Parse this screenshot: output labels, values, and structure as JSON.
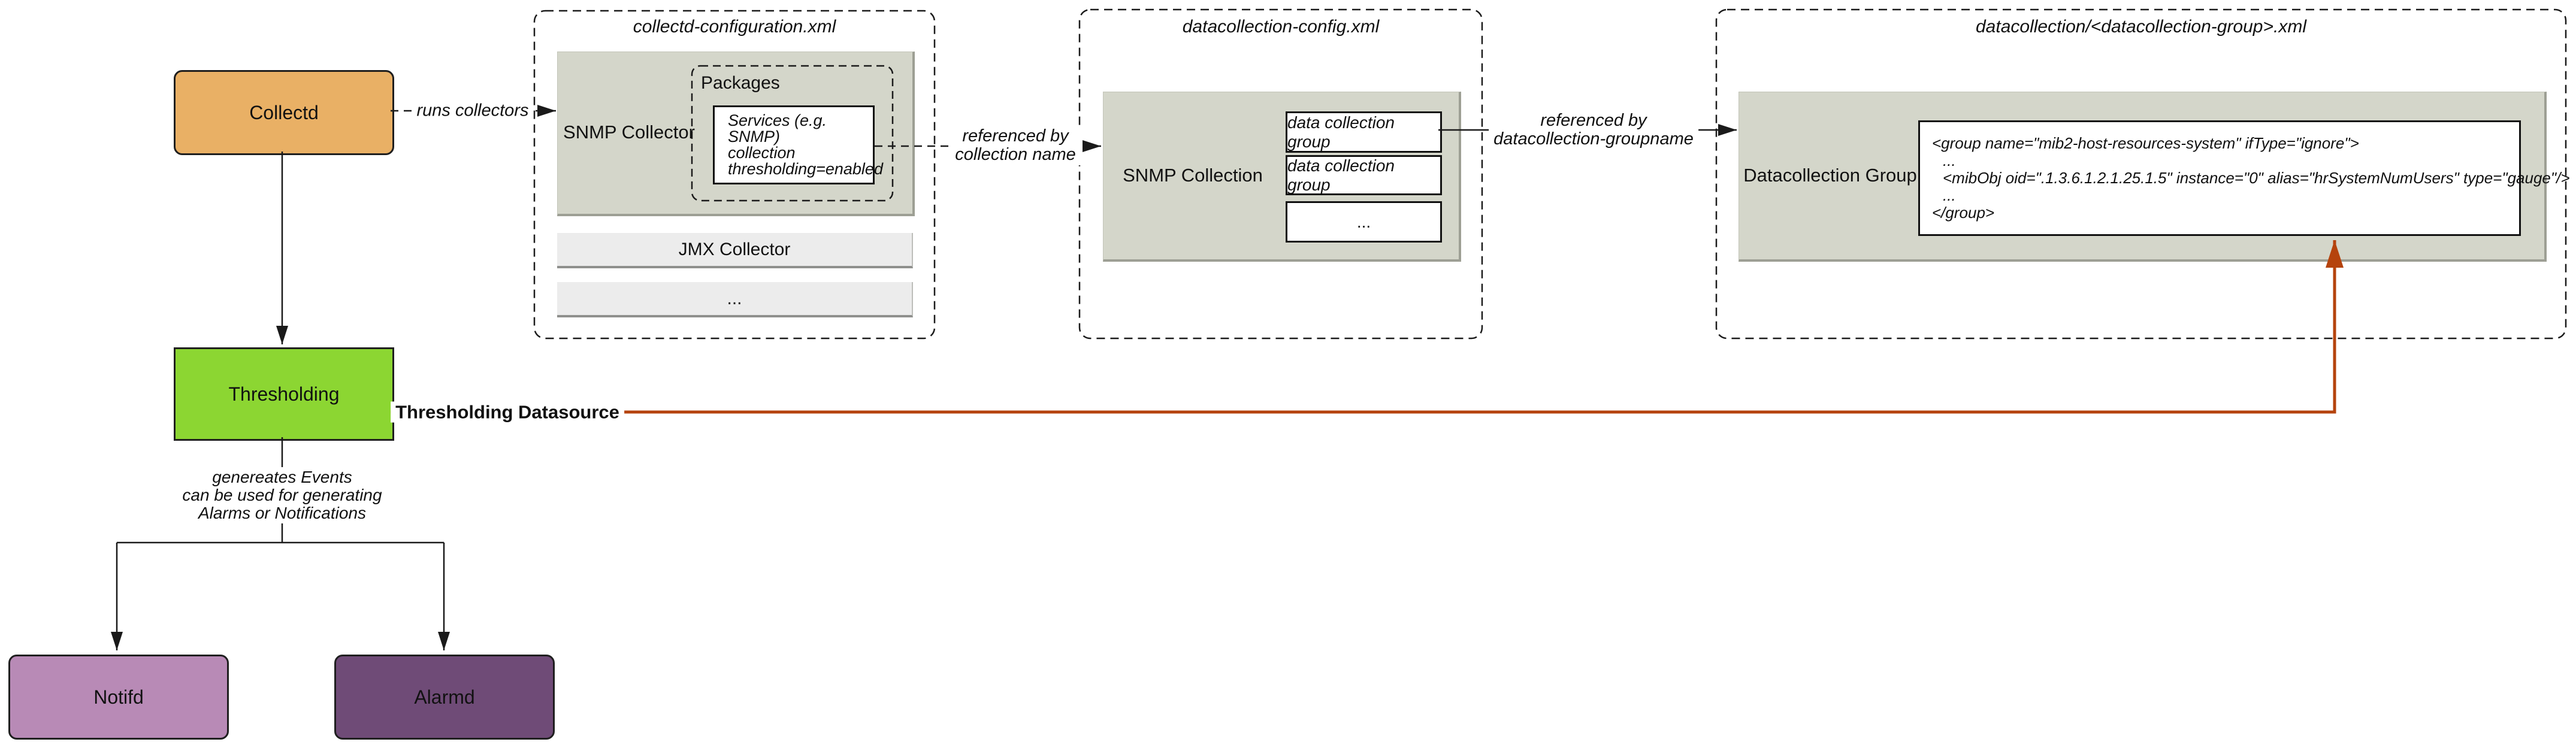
{
  "diagram": {
    "nodes": {
      "collectd": {
        "label": "Collectd"
      },
      "thresholding": {
        "label": "Thresholding"
      },
      "notifd": {
        "label": "Notifd"
      },
      "alarmd": {
        "label": "Alarmd"
      }
    },
    "collectd_configuration": {
      "title": "collectd-configuration.xml",
      "snmp_collector_label": "SNMP Collector",
      "packages_label": "Packages",
      "services_lines": [
        "Services (e.g. SNMP)",
        "collection",
        "thresholding=enabled"
      ],
      "jmx_collector_label": "JMX Collector",
      "more_label": "..."
    },
    "datacollection_config": {
      "title": "datacollection-config.xml",
      "snmp_collection_label": "SNMP Collection",
      "groups": [
        "data collection group",
        "data collection group",
        "..."
      ]
    },
    "datacollection_group_file": {
      "title": "datacollection/<datacollection-group>.xml",
      "group_label": "Datacollection Group",
      "xml_lines": [
        "<group name=\"mib2-host-resources-system\" ifType=\"ignore\">",
        "...",
        "<mibObj oid=\".1.3.6.1.2.1.25.1.5\" instance=\"0\" alias=\"hrSystemNumUsers\" type=\"gauge\"/>",
        "...",
        "</group>"
      ]
    },
    "edges": {
      "runs_collectors": "runs collectors",
      "referenced_by_collection": [
        "referenced by",
        "collection name"
      ],
      "referenced_by_groupname": [
        "referenced by",
        "datacollection-groupname"
      ],
      "thresholding_datasource": "Thresholding Datasource",
      "generates_events": [
        "genereates Events",
        "can be used for generating",
        "Alarms or Notifications"
      ]
    },
    "colors": {
      "collectd_fill": "#e9b065",
      "thresholding_fill": "#8cd632",
      "notifd_fill": "#b88ab6",
      "alarmd_fill": "#6f4b77",
      "panel_gray": "#d4d6ca",
      "bar_gray": "#ececec",
      "datasource_line": "#b5430d",
      "line_black": "#1a1a1a"
    }
  }
}
